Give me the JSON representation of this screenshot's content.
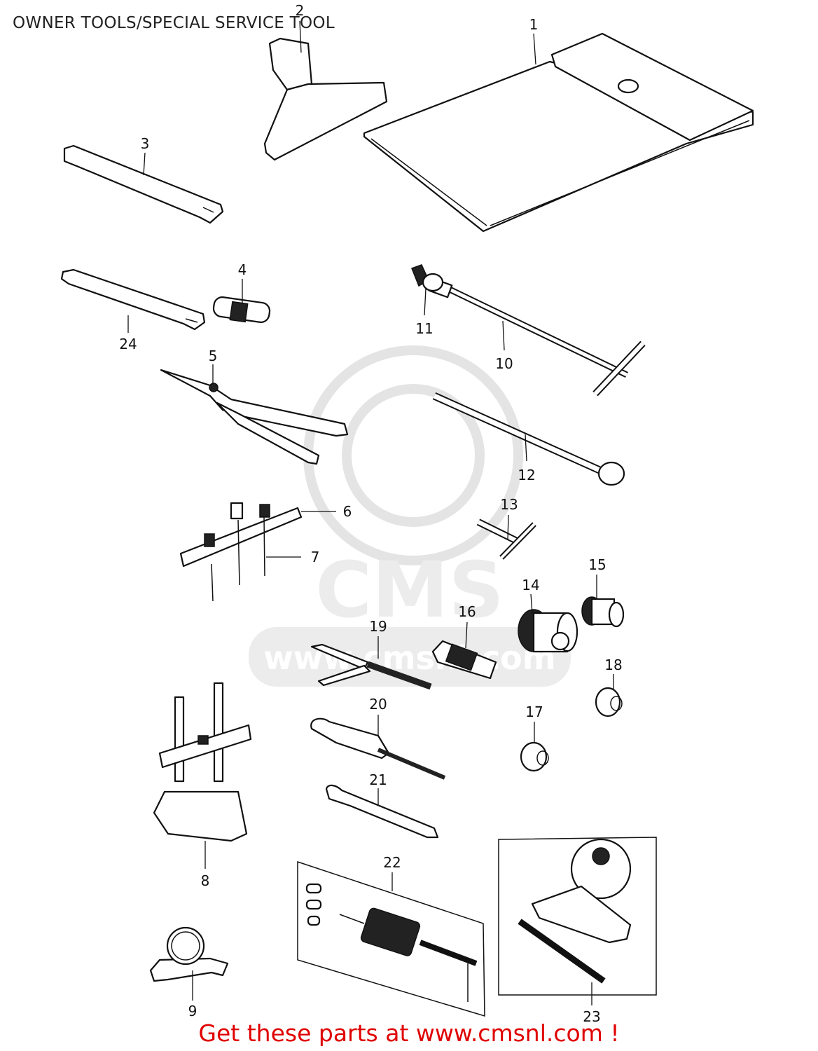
{
  "title": "OWNER TOOLS/SPECIAL SERVICE TOOL",
  "footer": "Get these parts at www.cmsnl.com !",
  "watermark": {
    "brand": "CMS",
    "url": "www.cmsnl.com"
  },
  "callouts": [
    {
      "id": "c1",
      "label": "1"
    },
    {
      "id": "c2",
      "label": "2"
    },
    {
      "id": "c3",
      "label": "3"
    },
    {
      "id": "c4",
      "label": "4"
    },
    {
      "id": "c5",
      "label": "5"
    },
    {
      "id": "c6",
      "label": "6"
    },
    {
      "id": "c7",
      "label": "7"
    },
    {
      "id": "c8",
      "label": "8"
    },
    {
      "id": "c9",
      "label": "9"
    },
    {
      "id": "c10",
      "label": "10"
    },
    {
      "id": "c11",
      "label": "11"
    },
    {
      "id": "c12",
      "label": "12"
    },
    {
      "id": "c13",
      "label": "13"
    },
    {
      "id": "c14",
      "label": "14"
    },
    {
      "id": "c15",
      "label": "15"
    },
    {
      "id": "c16",
      "label": "16"
    },
    {
      "id": "c17",
      "label": "17"
    },
    {
      "id": "c18",
      "label": "18"
    },
    {
      "id": "c19",
      "label": "19"
    },
    {
      "id": "c20",
      "label": "20"
    },
    {
      "id": "c21",
      "label": "21"
    },
    {
      "id": "c22",
      "label": "22"
    },
    {
      "id": "c23",
      "label": "23"
    },
    {
      "id": "c24",
      "label": "24"
    }
  ],
  "colors": {
    "footer": "#e00000",
    "linework": "#111111",
    "watermark": "#e4e4e4"
  }
}
